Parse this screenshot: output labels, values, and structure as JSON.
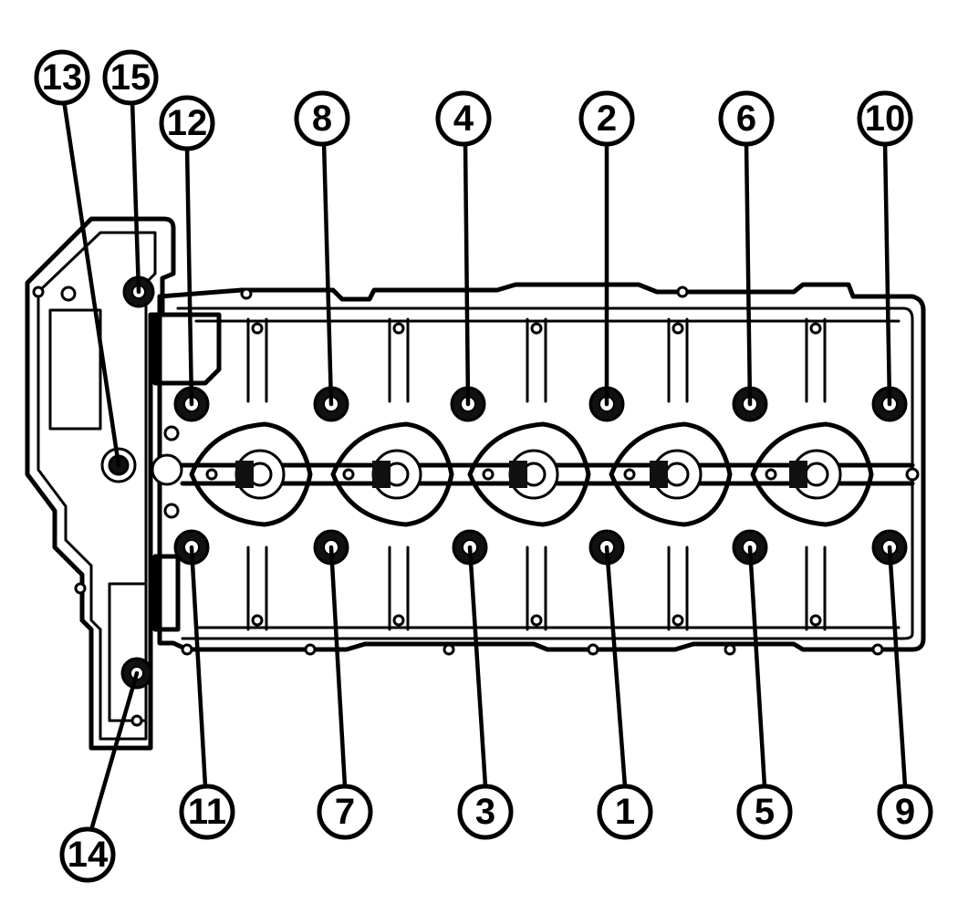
{
  "colors": {
    "line": "#000000",
    "background": "#ffffff"
  },
  "callouts": {
    "b1": "1",
    "b2": "2",
    "b3": "3",
    "b4": "4",
    "b5": "5",
    "b6": "6",
    "b7": "7",
    "b8": "8",
    "b9": "9",
    "b10": "10",
    "b11": "11",
    "b12": "12",
    "b13": "13",
    "b14": "14",
    "b15": "15"
  }
}
